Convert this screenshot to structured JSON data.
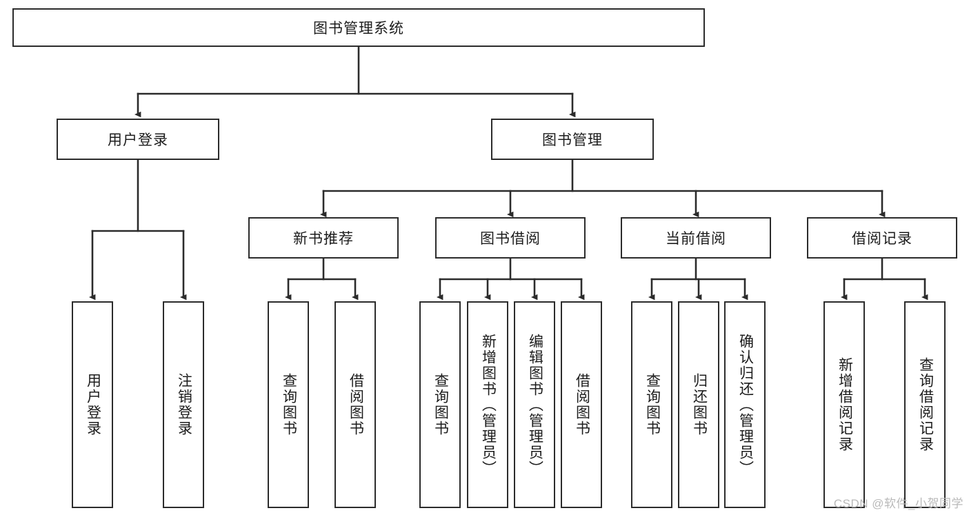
{
  "diagram": {
    "title": "图书管理系统",
    "type": "function-structure-tree",
    "colors": {
      "border": "#2b2b2b",
      "background": "#ffffff",
      "text": "#1c1c1c",
      "watermark": "#b9b9b9"
    },
    "root": {
      "label": "图书管理系统"
    },
    "level2": [
      {
        "label": "用户登录"
      },
      {
        "label": "图书管理"
      }
    ],
    "level3": [
      {
        "label": "新书推荐"
      },
      {
        "label": "图书借阅"
      },
      {
        "label": "当前借阅"
      },
      {
        "label": "借阅记录"
      }
    ],
    "leaves": {
      "user_login": [
        {
          "label": "用户登录"
        },
        {
          "label": "注销登录"
        }
      ],
      "new_book_recommend": [
        {
          "label": "查询图书"
        },
        {
          "label": "借阅图书"
        }
      ],
      "book_borrow": [
        {
          "label": "查询图书"
        },
        {
          "label": "新增图书（管理员）"
        },
        {
          "label": "编辑图书（管理员）"
        },
        {
          "label": "借阅图书"
        }
      ],
      "current_borrow": [
        {
          "label": "查询图书"
        },
        {
          "label": "归还图书"
        },
        {
          "label": "确认归还（管理员）"
        }
      ],
      "borrow_record": [
        {
          "label": "新增借阅记录"
        },
        {
          "label": "查询借阅记录"
        }
      ]
    },
    "watermark": "CSDN @软件_小贺同学"
  }
}
